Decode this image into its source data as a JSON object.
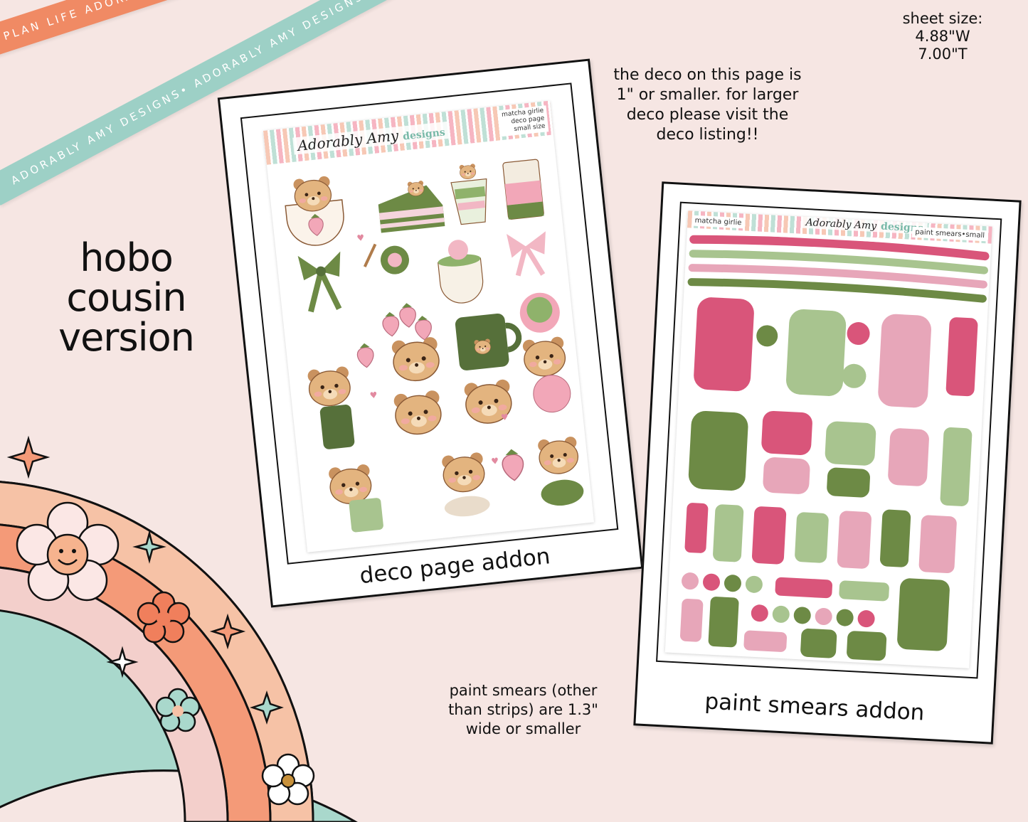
{
  "ribbons": {
    "top": "PLAN LIFE ADORABLY • PLAN LIFE ADORABLY • PLAN LIFE ADORABLY •",
    "second": "ADORABLY AMY DESIGNS• ADORABLY AMY DESIGNS• ADORABLY AMY DESIGNS•"
  },
  "version": {
    "line1": "hobo",
    "line2": "cousin",
    "line3": "version"
  },
  "sheet_size": {
    "label": "sheet size:",
    "width": "4.88\"W",
    "height": "7.00\"T"
  },
  "notes": {
    "deco": "the deco on this page is 1\" or smaller. for larger deco please visit the deco listing!!",
    "smears": "paint smears (other than strips) are 1.3\" wide or smaller"
  },
  "deco_sheet": {
    "caption": "deco page addon",
    "logo": "Adorably Amy",
    "logo_suffix": "designs",
    "tag_line1": "matcha girlie",
    "tag_line2": "deco page",
    "tag_line3": "small size"
  },
  "smear_sheet": {
    "caption": "paint smears addon",
    "logo": "Adorably Amy",
    "logo_suffix": "designs",
    "left_label": "matcha girlie",
    "right_label": "paint smears•small"
  },
  "colors": {
    "background": "#f6e6e3",
    "ribbon_orange": "#f08a64",
    "ribbon_teal": "#9dd0c6",
    "smear_pink": "#d9557a",
    "smear_sage": "#a8c48f",
    "smear_rose": "#e7a6b9",
    "smear_olive": "#6d8a45"
  },
  "icons": [
    "bear-sticker-icon",
    "cake-sticker-icon",
    "strawberry-icon",
    "bow-icon",
    "matcha-cup-icon",
    "smiley-flower-icon",
    "daisy-icon",
    "sparkle-icon",
    "heart-icon"
  ]
}
